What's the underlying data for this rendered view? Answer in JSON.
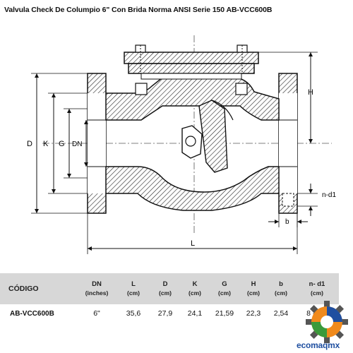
{
  "title": "Valvula Check De Columpio 6\" Con Brida Norma ANSI Serie  150 AB-VCC600B",
  "drawing": {
    "labels": {
      "D": "D",
      "K": "K",
      "G": "G",
      "DN": "DN",
      "H": "H",
      "L": "L",
      "b": "b",
      "nd1": "n-d1"
    }
  },
  "table": {
    "headers": [
      {
        "label": "CÓDIGO",
        "unit": ""
      },
      {
        "label": "DN",
        "unit": "(inches)"
      },
      {
        "label": "L",
        "unit": "(cm)"
      },
      {
        "label": "D",
        "unit": "(cm)"
      },
      {
        "label": "K",
        "unit": "(cm)"
      },
      {
        "label": "G",
        "unit": "(cm)"
      },
      {
        "label": "H",
        "unit": "(cm)"
      },
      {
        "label": "b",
        "unit": "(cm)"
      },
      {
        "label": "n- d1",
        "unit": "(cm)"
      }
    ],
    "row": [
      "AB-VCC600B",
      "6\"",
      "35,6",
      "27,9",
      "24,1",
      "21,59",
      "22,3",
      "2,54",
      "8 - 2,2"
    ]
  },
  "logo": {
    "text": "ecomaqmx",
    "colors": {
      "blue": "#1f4fa0",
      "orange": "#f08a1c",
      "green": "#3a9a3a"
    }
  }
}
